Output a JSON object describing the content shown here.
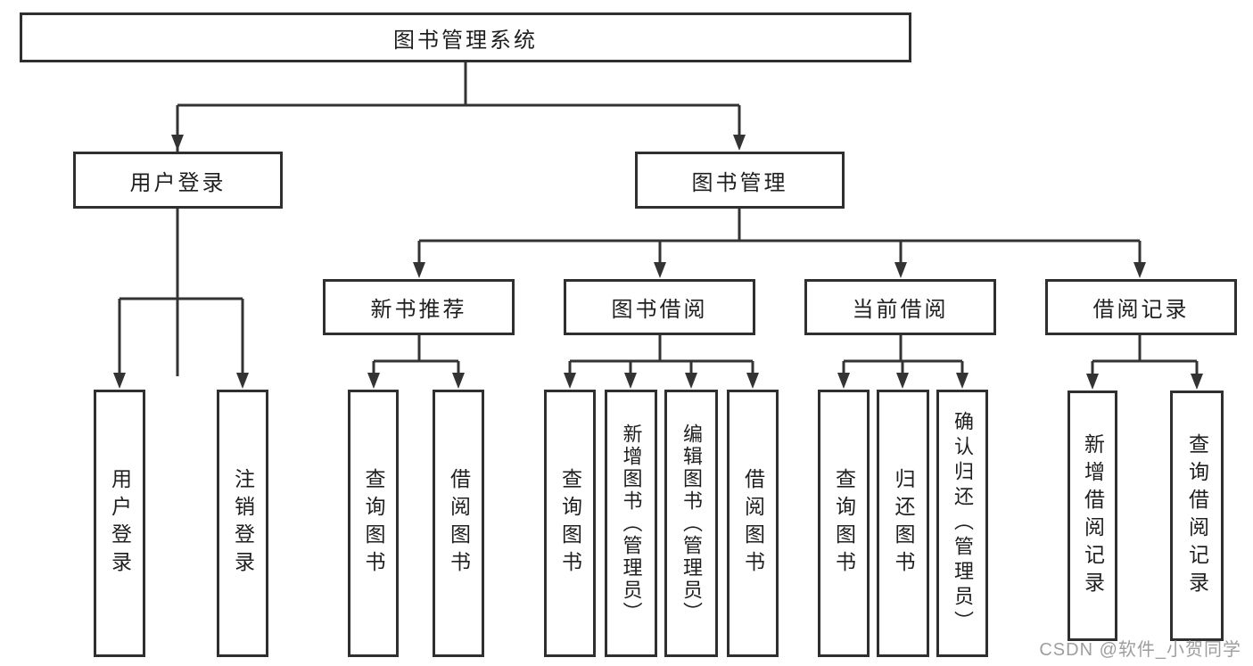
{
  "diagram": {
    "root": {
      "label": "图书管理系统"
    },
    "level2": [
      {
        "label": "用户登录"
      },
      {
        "label": "图书管理"
      }
    ],
    "level3": [
      {
        "label": "新书推荐"
      },
      {
        "label": "图书借阅"
      },
      {
        "label": "当前借阅"
      },
      {
        "label": "借阅记录"
      }
    ],
    "leaves": [
      {
        "label": "用户登录"
      },
      {
        "label": "注销登录"
      },
      {
        "label": "查询图书"
      },
      {
        "label": "借阅图书"
      },
      {
        "label": "查询图书"
      },
      {
        "label": "新增图书（管理员）"
      },
      {
        "label": "编辑图书（管理员）"
      },
      {
        "label": "借阅图书"
      },
      {
        "label": "查询图书"
      },
      {
        "label": "归还图书"
      },
      {
        "label": "确认归还（管理员）"
      },
      {
        "label": "新增借阅记录"
      },
      {
        "label": "查询借阅记录"
      }
    ],
    "colors": {
      "line": "#333333",
      "box_border": "#2f2f2f",
      "text": "#1f1f1f",
      "watermark": "#9e9e9e",
      "background": "#ffffff"
    }
  },
  "watermark": {
    "text": "CSDN @软件_小贺同学"
  }
}
